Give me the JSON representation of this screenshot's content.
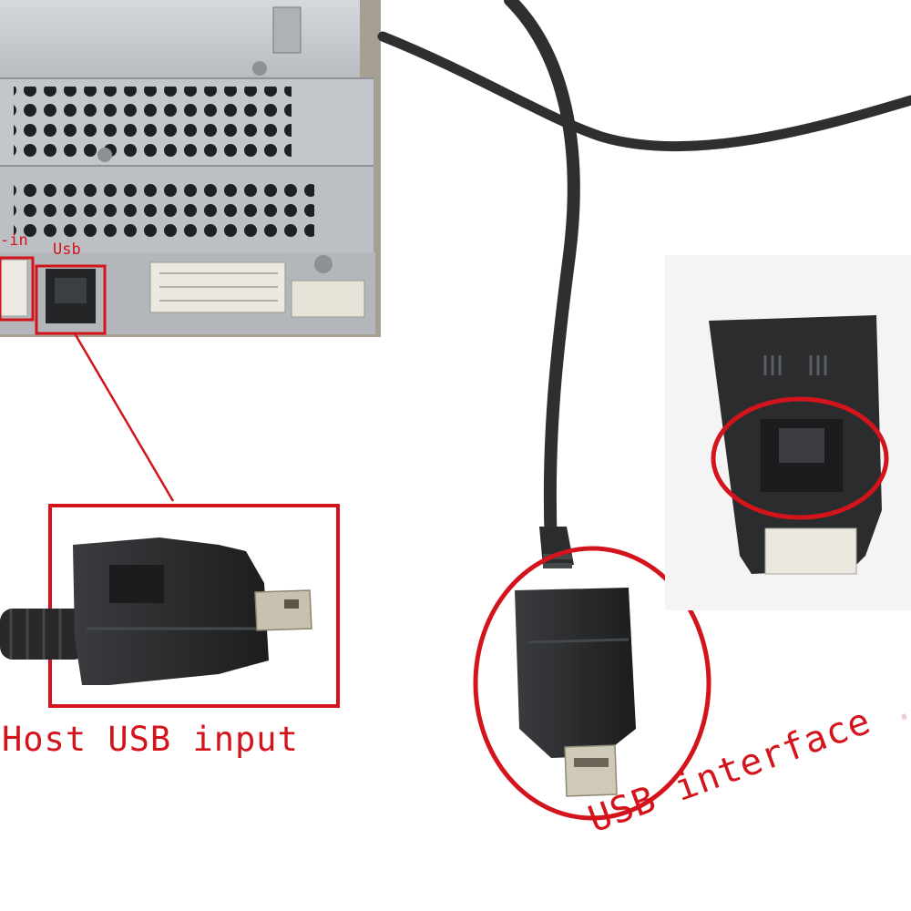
{
  "photo": {
    "labels": {
      "host_usb_input": "Host USB input",
      "aux_in_partial": "-in",
      "usb_port": "Usb",
      "usb_interface": "USB interface",
      "usb_interface_ghost": "  ...e"
    },
    "colors": {
      "highlight_red": "#d3141c",
      "background": "#ffffff",
      "metal_chassis": "#c9cdd1",
      "connector_black": "#2b2d2f",
      "connector_white": "#e9e6df",
      "usb_metal": "#c9c2b2"
    },
    "icons": {
      "radio_unit": "car-radio-chassis-icon",
      "plug": "mini-usb-plug-icon",
      "socket": "usb-socket-icon"
    }
  }
}
